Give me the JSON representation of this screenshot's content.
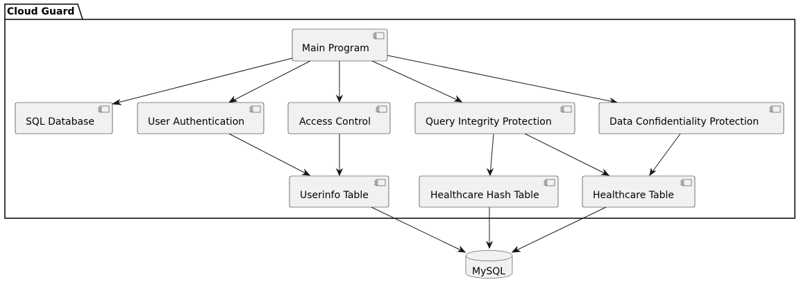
{
  "package": {
    "label": "Cloud Guard"
  },
  "components": {
    "main_program": "Main Program",
    "sql_database": "SQL Database",
    "user_authentication": "User Authentication",
    "access_control": "Access Control",
    "query_integrity_protection": "Query Integrity Protection",
    "data_confidentiality_protection": "Data Confidentiality Protection",
    "userinfo_table": "Userinfo Table",
    "healthcare_hash_table": "Healthcare Hash Table",
    "healthcare_table": "Healthcare Table"
  },
  "database": {
    "label": "MySQL"
  },
  "edges": [
    {
      "from": "Main Program",
      "to": "SQL Database"
    },
    {
      "from": "Main Program",
      "to": "User Authentication"
    },
    {
      "from": "Main Program",
      "to": "Access Control"
    },
    {
      "from": "Main Program",
      "to": "Query Integrity Protection"
    },
    {
      "from": "Main Program",
      "to": "Data Confidentiality Protection"
    },
    {
      "from": "User Authentication",
      "to": "Userinfo Table"
    },
    {
      "from": "Access Control",
      "to": "Userinfo Table"
    },
    {
      "from": "Query Integrity Protection",
      "to": "Healthcare Hash Table"
    },
    {
      "from": "Query Integrity Protection",
      "to": "Healthcare Table"
    },
    {
      "from": "Data Confidentiality Protection",
      "to": "Healthcare Table"
    },
    {
      "from": "Userinfo Table",
      "to": "MySQL"
    },
    {
      "from": "Healthcare Hash Table",
      "to": "MySQL"
    },
    {
      "from": "Healthcare Table",
      "to": "MySQL"
    }
  ]
}
